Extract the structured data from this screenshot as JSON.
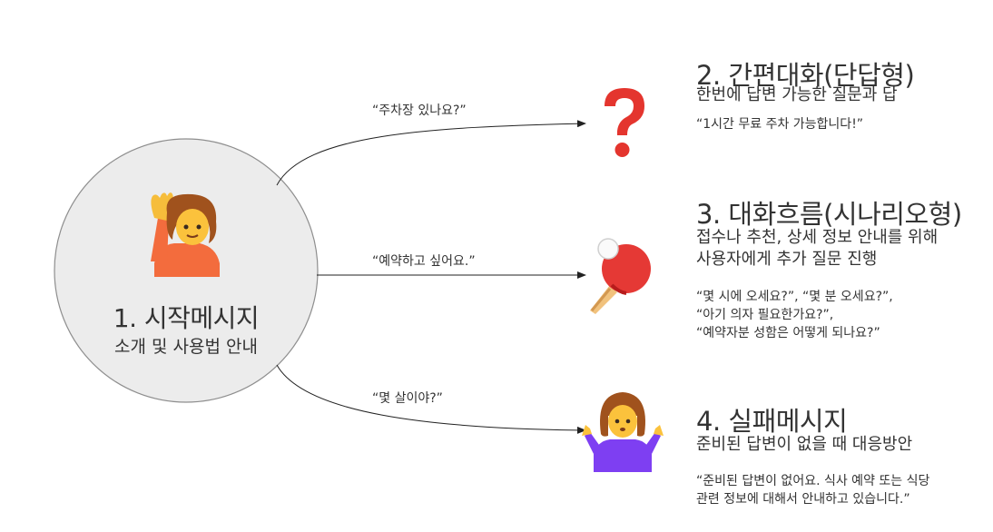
{
  "start": {
    "title": "1. 시작메시지",
    "subtitle": "소개 및 사용법 안내",
    "icon": "person-raising-hand-icon"
  },
  "edges": [
    {
      "label": "“주차장 있나요?”"
    },
    {
      "label": "“예약하고 싶어요.”"
    },
    {
      "label": "“몇 살이야?”"
    }
  ],
  "branches": [
    {
      "title": "2. 간편대화(단답형)",
      "subtitle": [
        "한번에 답변 가능한 질문과 답"
      ],
      "examples": [
        "“1시간 무료 주차 가능합니다!”"
      ],
      "icon": "question-mark-icon"
    },
    {
      "title": "3. 대화흐름(시나리오형)",
      "subtitle": [
        "접수나 추천, 상세 정보 안내를 위해",
        "사용자에게 추가 질문 진행"
      ],
      "examples": [
        "“몇 시에 오세요?”, “몇 분 오세요?”,",
        "“아기 의자 필요한가요?”,",
        "“예약자분 성함은 어떻게 되나요?”"
      ],
      "icon": "ping-pong-icon"
    },
    {
      "title": "4. 실패메시지",
      "subtitle": [
        "준비된 답변이 없을 때 대응방안"
      ],
      "examples": [
        "“준비된 답변이 없어요. 식사 예약 또는 식당",
        "관련 정보에 대해서 안내하고 있습니다.”"
      ],
      "icon": "person-shrugging-icon"
    }
  ]
}
